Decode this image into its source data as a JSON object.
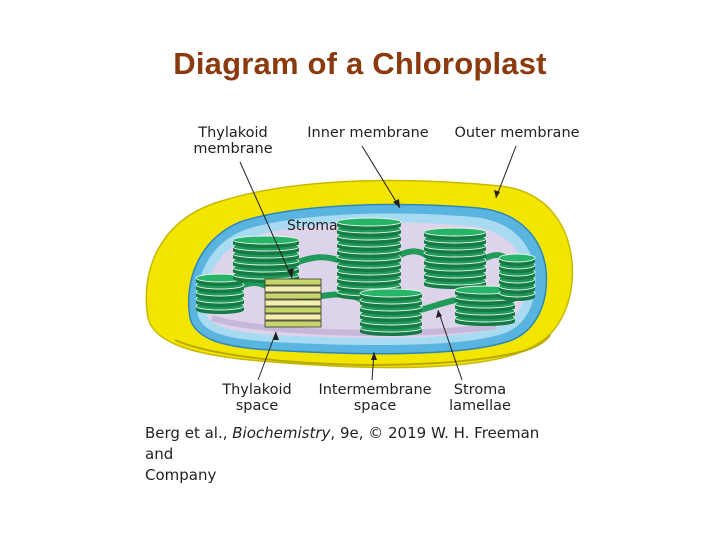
{
  "title": "Diagram of a Chloroplast",
  "labels": {
    "thylakoid_membrane": [
      "Thylakoid",
      "membrane"
    ],
    "inner_membrane": "Inner membrane",
    "outer_membrane": "Outer membrane",
    "stroma": "Stroma",
    "thylakoid_space": [
      "Thylakoid",
      "space"
    ],
    "intermembrane_space": [
      "Intermembrane",
      "space"
    ],
    "stroma_lamellae": [
      "Stroma",
      "lamellae"
    ]
  },
  "caption": {
    "authors": "Berg et al., ",
    "book": "Biochemistry",
    "rest_line1": ", 9e, © 2019 W. H. Freeman and",
    "line2": "Company"
  },
  "colors": {
    "title": "#8b3a0e",
    "outer_membrane": "#f2e600",
    "inner_membrane": "#5ab4e0",
    "stroma": "#ddd3ea",
    "thylakoid": "#1f9a58",
    "thylakoid_highlight": "#c8d56a"
  }
}
